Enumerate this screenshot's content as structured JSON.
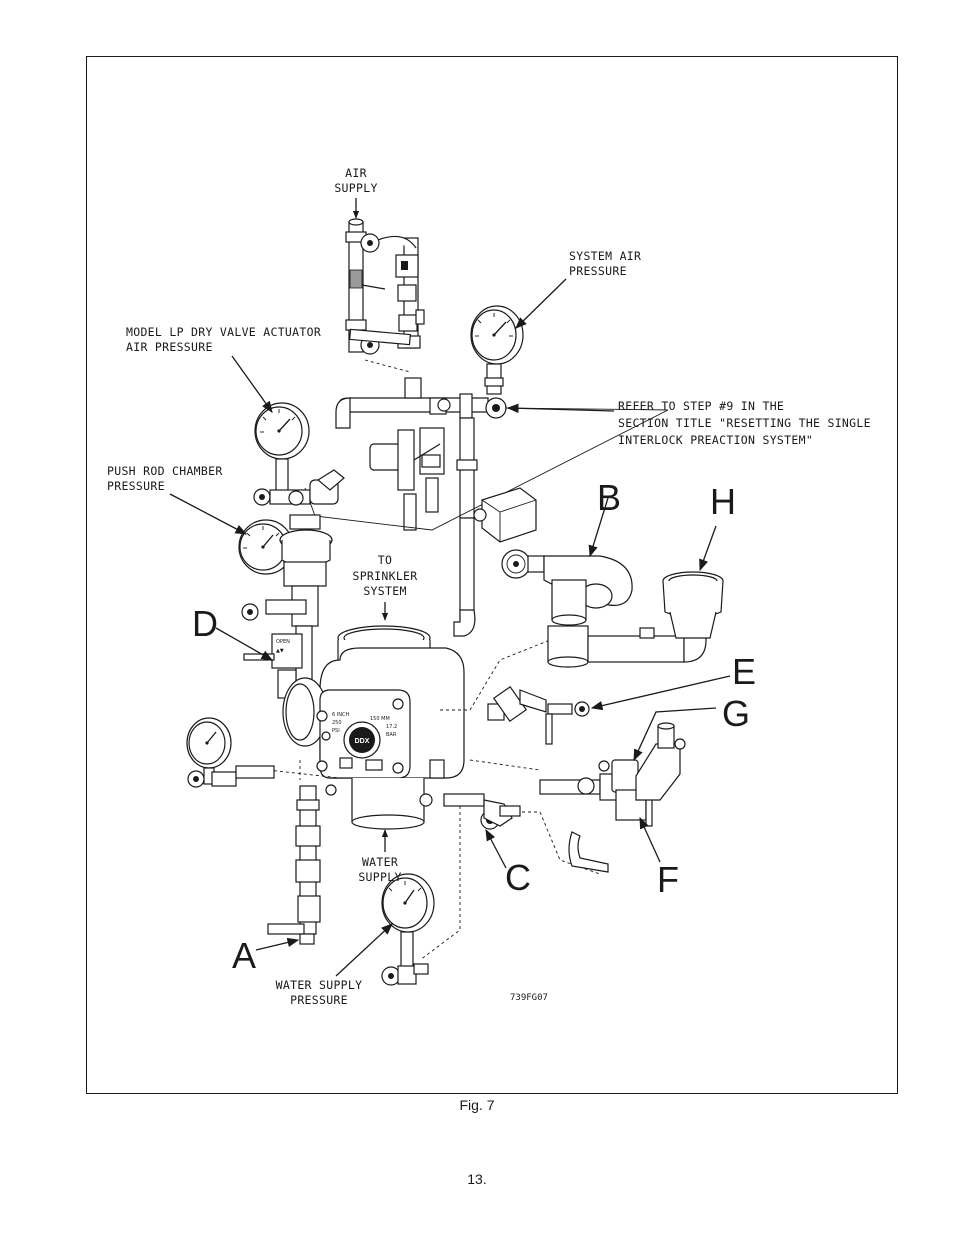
{
  "labels": {
    "air_supply": [
      "AIR",
      "SUPPLY"
    ],
    "system_air_pressure": [
      "SYSTEM AIR",
      "PRESSURE"
    ],
    "lp_actuator": [
      "MODEL LP DRY VALVE ACTUATOR",
      "AIR PRESSURE"
    ],
    "refer_step": [
      "REFER TO STEP #9 IN THE",
      "SECTION TITLE \"RESETTING THE SINGLE",
      "INTERLOCK PREACTION SYSTEM\""
    ],
    "push_rod": [
      "PUSH ROD CHAMBER",
      "PRESSURE"
    ],
    "to_sprinkler": [
      "TO",
      "SPRINKLER",
      "SYSTEM"
    ],
    "water_supply": [
      "WATER",
      "SUPPLY"
    ],
    "water_supply_pressure": [
      "WATER SUPPLY",
      "PRESSURE"
    ],
    "figure_code": "739FG07"
  },
  "valve_plate": {
    "size_in": "6 INCH",
    "size_mm": "150 MM",
    "psi": "250",
    "psi_unit": "PSI",
    "bar": "17.2",
    "bar_unit": "BAR",
    "brand": "DDX"
  },
  "letters": {
    "a": "A",
    "b": "B",
    "c": "C",
    "d": "D",
    "e": "E",
    "f": "F",
    "g": "G",
    "h": "H"
  },
  "caption": "Fig. 7",
  "page_number": "13."
}
